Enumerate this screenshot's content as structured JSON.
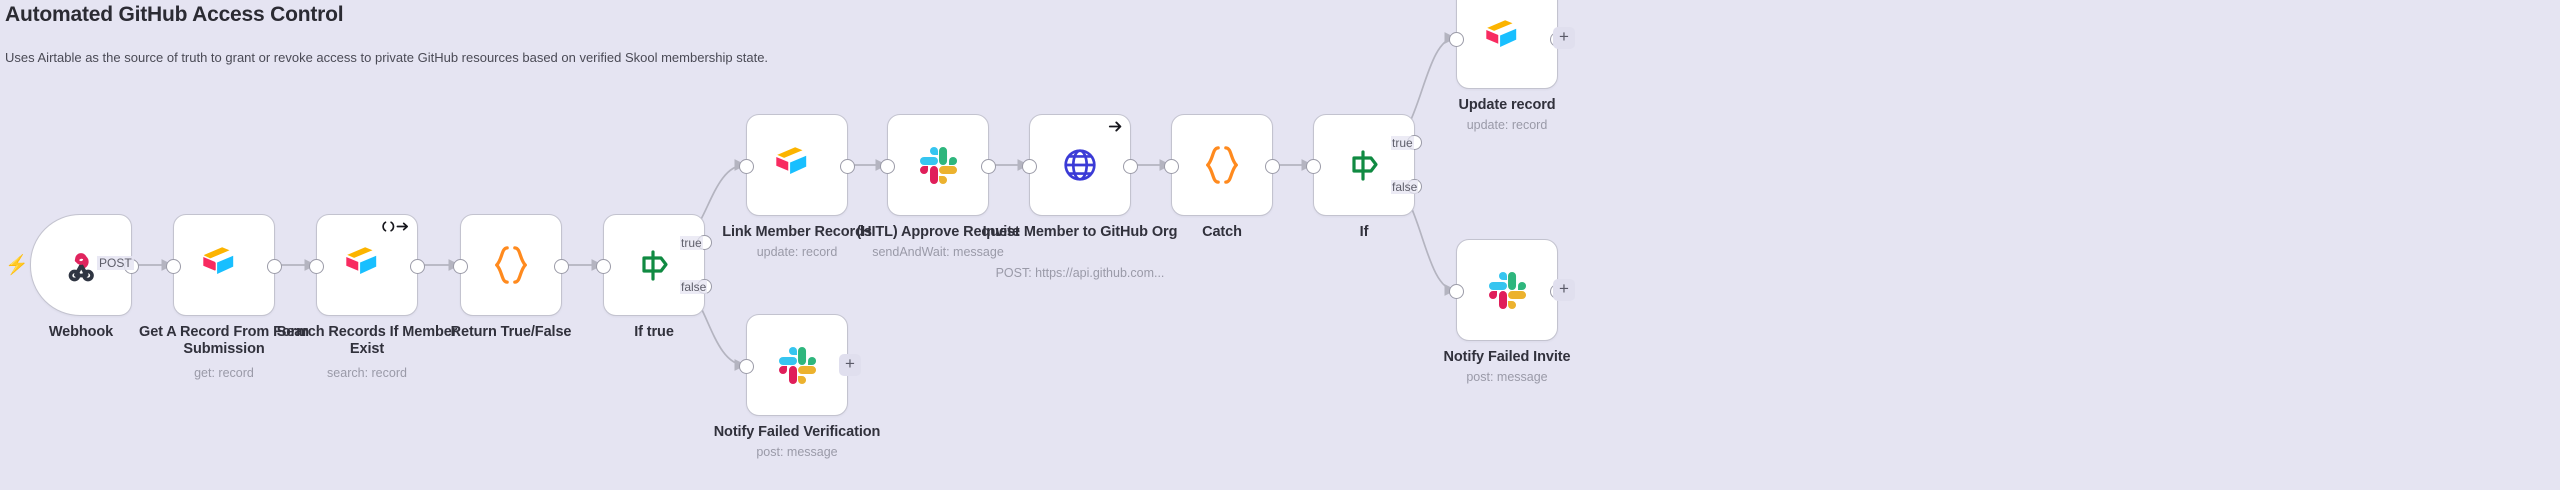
{
  "header": {
    "title": "Automated GitHub Access Control",
    "subtitle": "Uses Airtable as the source of truth to grant or revoke access to private GitHub resources based on verified Skool membership state."
  },
  "canvas": {
    "background_color": "#e5e4f2",
    "node_background": "#ffffff",
    "node_border": "#c3c3cf",
    "edge_color": "#b4b4c0"
  },
  "edge_labels": {
    "webhook_post": "POST",
    "if_true_true": "true",
    "if_true_false": "false",
    "if_true_2": "true",
    "if_false_2": "false"
  },
  "plus_buttons": [
    {
      "name": "add-after-notify-failed-verification",
      "label": "+"
    },
    {
      "name": "add-after-update-record",
      "label": "+"
    },
    {
      "name": "add-after-notify-failed-invite",
      "label": "+"
    }
  ],
  "nodes": [
    {
      "id": "webhook",
      "label": "Webhook",
      "subtitle": "",
      "icon": "webhook-icon",
      "shape": "trigger",
      "badge": "",
      "ports": {
        "in": false,
        "out": true
      }
    },
    {
      "id": "get-record",
      "label": "Get A Record From Form Submission",
      "subtitle": "get: record",
      "icon": "airtable-icon",
      "shape": "square",
      "badge": "",
      "ports": {
        "in": true,
        "out": true
      }
    },
    {
      "id": "search-records",
      "label": "Search Records If Member Exist",
      "subtitle": "search: record",
      "icon": "airtable-icon",
      "shape": "square",
      "badge": "retry-arrow-icon",
      "ports": {
        "in": true,
        "out": true
      }
    },
    {
      "id": "return-true-false",
      "label": "Return True/False",
      "subtitle": "",
      "icon": "code-braces-icon",
      "shape": "square",
      "badge": "",
      "ports": {
        "in": true,
        "out": true
      }
    },
    {
      "id": "if-true",
      "label": "If true",
      "subtitle": "",
      "icon": "signpost-icon",
      "shape": "square",
      "badge": "",
      "ports": {
        "in": true,
        "out_true": "true",
        "out_false": "false"
      }
    },
    {
      "id": "link-member-records",
      "label": "Link Member Records",
      "subtitle": "update: record",
      "icon": "airtable-icon",
      "shape": "square",
      "badge": "",
      "ports": {
        "in": true,
        "out": true
      }
    },
    {
      "id": "hitl-approve-request",
      "label": "(HITL) Approve Request",
      "subtitle": "sendAndWait: message",
      "icon": "slack-icon",
      "shape": "square",
      "badge": "",
      "ports": {
        "in": true,
        "out": true
      }
    },
    {
      "id": "invite-member-github",
      "label": "Invite Member to GitHub Org",
      "subtitle": "POST: https://api.github.com...",
      "icon": "globe-icon",
      "shape": "square",
      "badge": "arrow-right-icon",
      "ports": {
        "in": true,
        "out": true
      }
    },
    {
      "id": "catch",
      "label": "Catch",
      "subtitle": "",
      "icon": "code-braces-icon",
      "shape": "square",
      "badge": "",
      "ports": {
        "in": true,
        "out": true
      }
    },
    {
      "id": "if",
      "label": "If",
      "subtitle": "",
      "icon": "signpost-icon",
      "shape": "square",
      "badge": "",
      "ports": {
        "in": true,
        "out_true": "true",
        "out_false": "false"
      }
    },
    {
      "id": "update-record",
      "label": "Update record",
      "subtitle": "update: record",
      "icon": "airtable-icon",
      "shape": "square",
      "badge": "",
      "ports": {
        "in": true,
        "out": true
      }
    },
    {
      "id": "notify-failed-invite",
      "label": "Notify Failed Invite",
      "subtitle": "post: message",
      "icon": "slack-icon",
      "shape": "square",
      "badge": "",
      "ports": {
        "in": true,
        "out": true
      }
    },
    {
      "id": "notify-failed-verification",
      "label": "Notify Failed Verification",
      "subtitle": "post: message",
      "icon": "slack-icon",
      "shape": "square",
      "badge": "",
      "ports": {
        "in": true,
        "out": true
      }
    }
  ]
}
